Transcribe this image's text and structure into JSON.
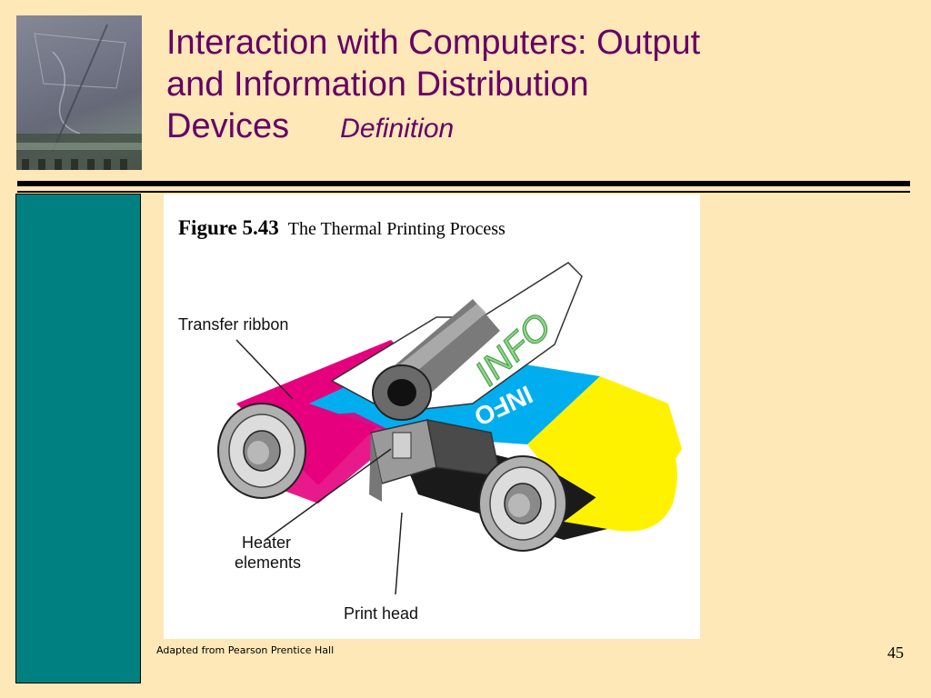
{
  "title": {
    "line1": "Interaction with Computers: Output",
    "line2": "and Information Distribution",
    "line3": "Devices",
    "subtitle": "Definition"
  },
  "figure": {
    "number": "Figure 5.43",
    "caption": "The Thermal Printing Process",
    "labels": {
      "transfer_ribbon": "Transfer ribbon",
      "heater_line1": "Heater",
      "heater_line2": "elements",
      "print_head": "Print head"
    },
    "paper_text": "INFO",
    "ribbon_text": "INFO"
  },
  "footer": {
    "source": "Adapted  from  Pearson  Prentice  Hall",
    "page_number": "45"
  },
  "colors": {
    "background": "#FFE8B8",
    "title": "#660066",
    "sidebar": "#008080",
    "ribbon_magenta": "#E6007E",
    "ribbon_cyan": "#00AEEF",
    "ribbon_yellow": "#FFF200"
  }
}
